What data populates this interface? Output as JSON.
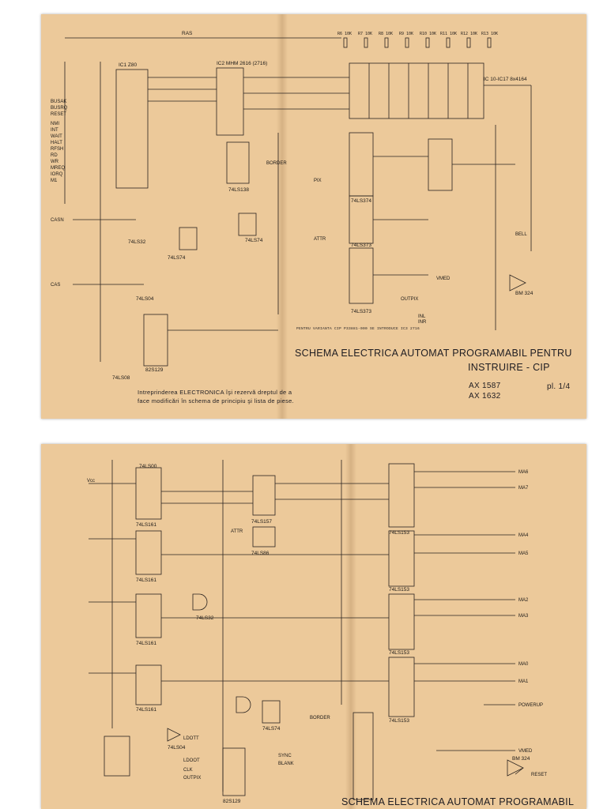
{
  "sheet1": {
    "title": "SCHEMA ELECTRICA AUTOMAT PROGRAMABIL PENTRU",
    "subtitle": "INSTRUIRE - CIP",
    "codes": [
      "AX 1587",
      "AX 1632"
    ],
    "plate": "pl. 1/4",
    "note_line1": "Intreprinderea ELECTRONICA îşi rezervă dreptul de a",
    "note_line2": "face modificări în schema de principiu şi lista de piese.",
    "variant_note": "PENTRU VARIANTA CIP P33881-000 SE INTRODUCE IC3 2716",
    "top_signal": "RAS",
    "chips": {
      "ic1": "IC1  Z80",
      "ic2": "IC2  MHM 2616 (2716)",
      "ic10": "IC 10-IC17  8x4164",
      "ic374": "74LS374",
      "ic373a": "74LS373",
      "ic373b": "74LS373",
      "ic138": "74LS138",
      "ic74a": "74LS74",
      "ic74b": "74LS74",
      "ic32": "74LS32",
      "ic04": "74LS04",
      "ic00": "74LS08",
      "ic129": "82S129",
      "ic324": "BM 324"
    },
    "left_signals": [
      "BUSAK",
      "BUSRQ",
      "RESET",
      "NMI",
      "INT",
      "WAIT",
      "HALT",
      "RFSH",
      "RD",
      "WR",
      "MREQ",
      "IORQ",
      "M1",
      "CASN",
      "CAS"
    ],
    "right_signals": [
      "PIX",
      "ATTR",
      "BELL",
      "VMED",
      "INR",
      "INL",
      "OUTPIX",
      "BORDER"
    ],
    "resistors": [
      "R6 10K",
      "R7 10K",
      "R8 10K",
      "R9 10K",
      "R10 10K",
      "R11 10K",
      "R12 10K",
      "R13 10K"
    ]
  },
  "sheet2": {
    "title": "SCHEMA ELECTRICA AUTOMAT PROGRAMABIL PENTRU",
    "chips": {
      "ic161a": "74LS161",
      "ic161b": "74LS161",
      "ic161c": "74LS161",
      "ic161d": "74LS161",
      "ic153a": "74LS153",
      "ic153b": "74LS153",
      "ic153c": "74LS153",
      "ic153d": "74LS153",
      "ic157": "74LS157",
      "ic86": "74LS86",
      "ic00": "74LS00",
      "ic04": "74LS04",
      "ic74": "74LS74",
      "ic32": "74LS32",
      "ic129": "82S129",
      "ic324": "BM 324"
    },
    "right_signals": [
      "MA6",
      "MA7",
      "MA4",
      "MA5",
      "MA2",
      "MA3",
      "MA0",
      "MA1",
      "POWERUP",
      "VMED",
      "RESET"
    ],
    "left_signals": [
      "Vcc",
      "ATTR",
      "BORDER",
      "LDOOT",
      "LDOTT",
      "CLK",
      "OUTPIX",
      "SYNC",
      "BLANK"
    ]
  },
  "colors": {
    "paper": "#ecc99a",
    "ink": "#2a2320",
    "background": "#ffffff"
  }
}
